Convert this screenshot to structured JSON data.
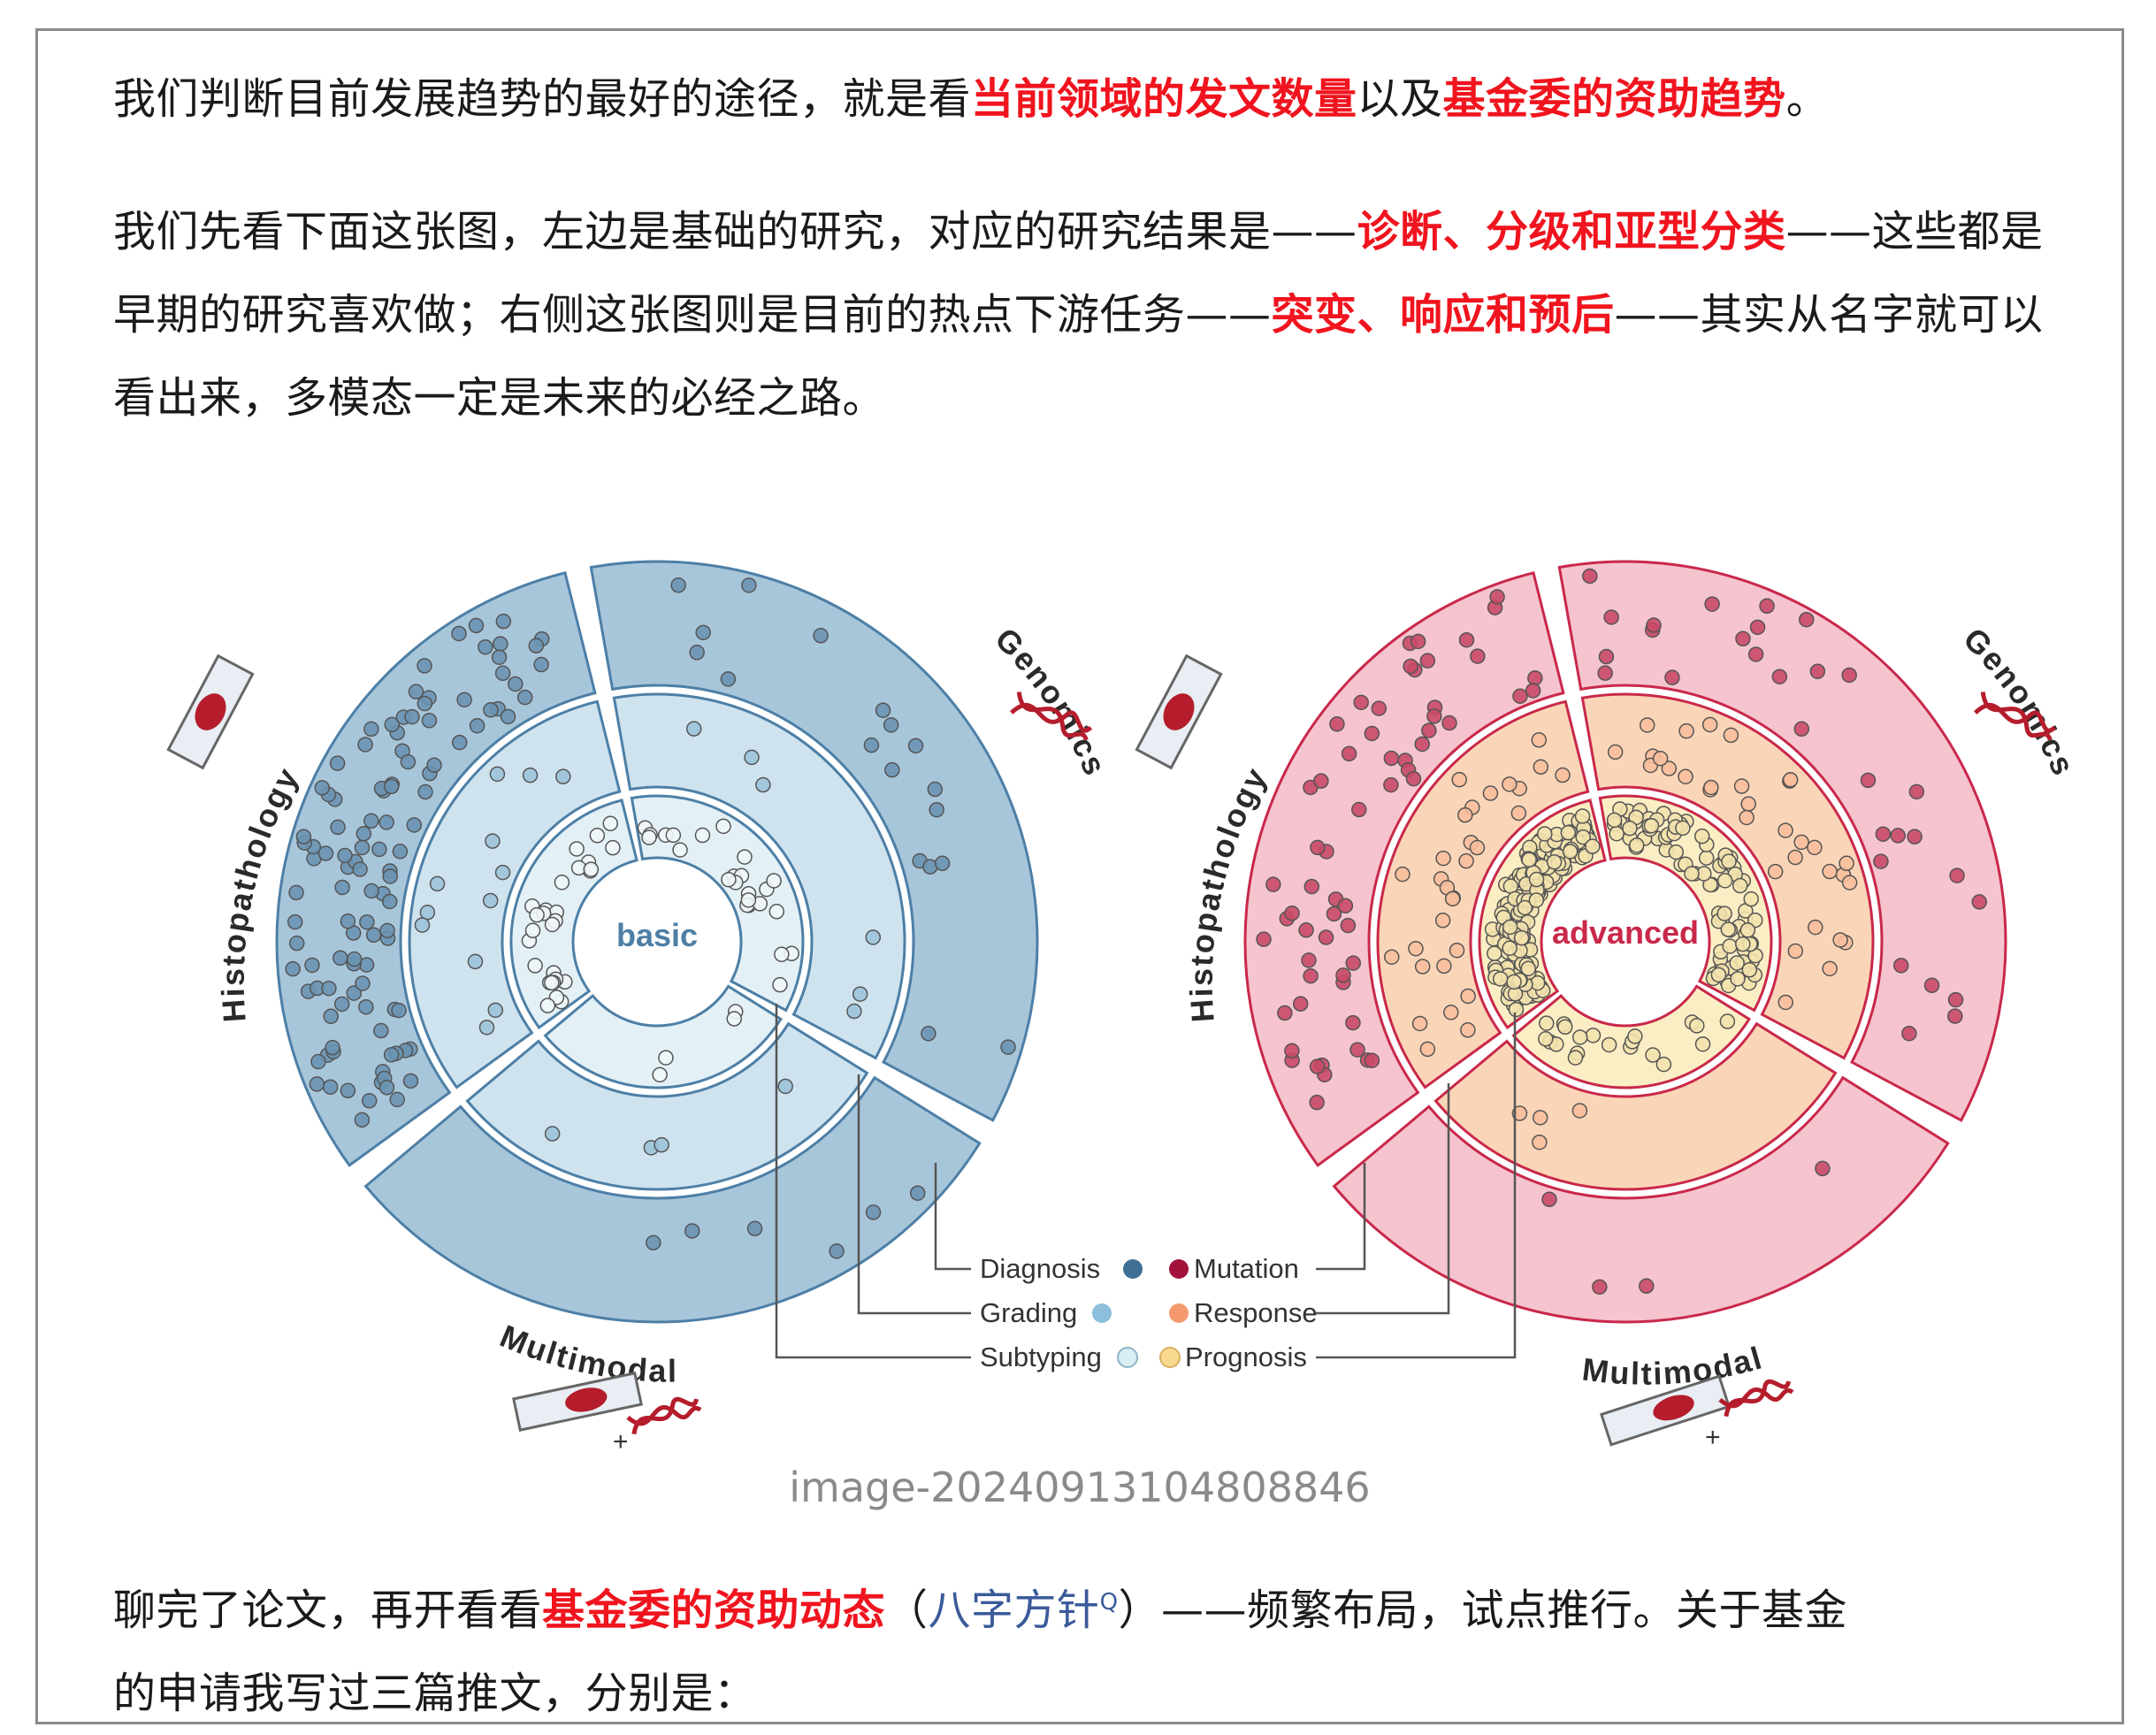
{
  "para1": {
    "t1": "我们判断目前发展趋势的最好的途径，就是看",
    "h1": "当前领域的发文数量",
    "t2": "以及",
    "h2": "基金委的资助趋势",
    "t3": "。"
  },
  "para2": {
    "t1": "我们先看下面这张图，左边是基础的研究，对应的研究结果是——",
    "h1": "诊断、分级和亚型分类",
    "t2": "——这些都是早期的研究喜欢做；右侧这张图则是目前的热点下游任务——",
    "h2": "突变、响应和预后",
    "t3": "——其实从名字就可以看出来，多模态一定是未来的必经之路。"
  },
  "figure": {
    "left": {
      "center": "basic",
      "histopathology": "Histopathology",
      "genomics": "Genomics",
      "multimodal": "Multimodal"
    },
    "right": {
      "center": "advanced",
      "histopathology": "Histopathology",
      "genomics": "Genomics",
      "multimodal": "Multimodal"
    },
    "legend": {
      "diagnosis": "Diagnosis",
      "grading": "Grading",
      "subtyping": "Subtyping",
      "mutation": "Mutation",
      "response": "Response",
      "prognosis": "Prognosis",
      "plus": "+"
    },
    "colors": {
      "blue_outer": "#a8c6da",
      "blue_mid": "#cfe3ef",
      "blue_inner": "#e3f0f6",
      "pink_outer": "#f5c4cf",
      "orange_mid": "#fbd5b8",
      "yellow_inner": "#fbeec5"
    }
  },
  "caption": "image-20240913104808846",
  "para3": {
    "t1": "聊完了论文，再开看看",
    "h1": "基金委的资助动态",
    "t2": "（",
    "link": "八字方针",
    "sup": "Q",
    "t3": "）——频繁布局，试点推行。关于基金",
    "t4": "的申请我写过三篇推文，分别是："
  }
}
